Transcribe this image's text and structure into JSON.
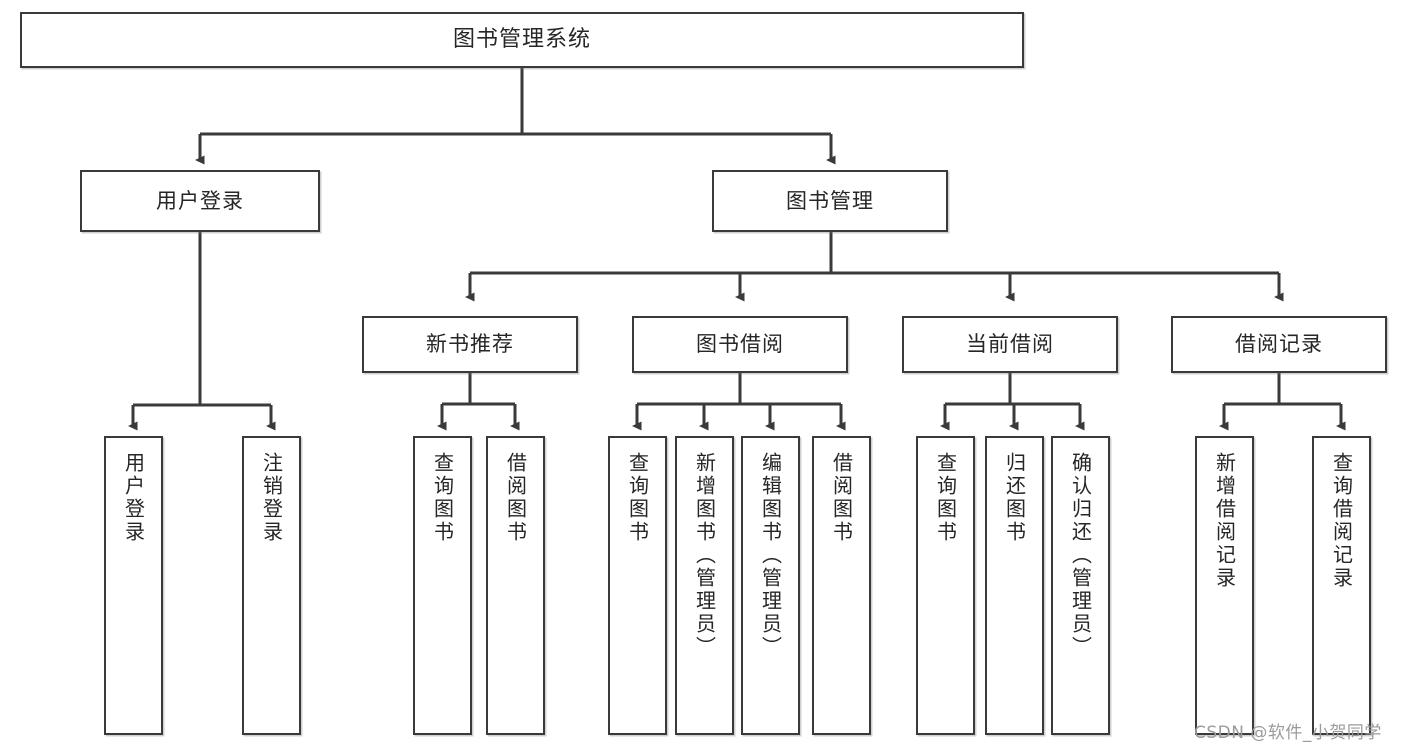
{
  "diagram": {
    "type": "tree",
    "title": "图书管理系统",
    "watermark": "CSDN @软件_小贺同学",
    "colors": {
      "stroke": "#3a3a3a",
      "background": "#ffffff",
      "text": "#262626",
      "watermark": "#9b9b9b"
    },
    "nodes": {
      "root": {
        "label": "图书管理系统"
      },
      "level2": [
        {
          "label": "用户登录"
        },
        {
          "label": "图书管理"
        }
      ],
      "level3": [
        {
          "label": "新书推荐"
        },
        {
          "label": "图书借阅"
        },
        {
          "label": "当前借阅"
        },
        {
          "label": "借阅记录"
        }
      ],
      "leaves": {
        "user_login": [
          {
            "label": "用户登录"
          },
          {
            "label": "注销登录"
          }
        ],
        "new_book": [
          {
            "label": "查询图书"
          },
          {
            "label": "借阅图书"
          }
        ],
        "book_borrow": [
          {
            "label": "查询图书"
          },
          {
            "label": "新增图书（管理员）"
          },
          {
            "label": "编辑图书（管理员）"
          },
          {
            "label": "借阅图书"
          }
        ],
        "current_borrow": [
          {
            "label": "查询图书"
          },
          {
            "label": "归还图书"
          },
          {
            "label": "确认归还（管理员）"
          }
        ],
        "borrow_record": [
          {
            "label": "新增借阅记录"
          },
          {
            "label": "查询借阅记录"
          }
        ]
      }
    }
  }
}
